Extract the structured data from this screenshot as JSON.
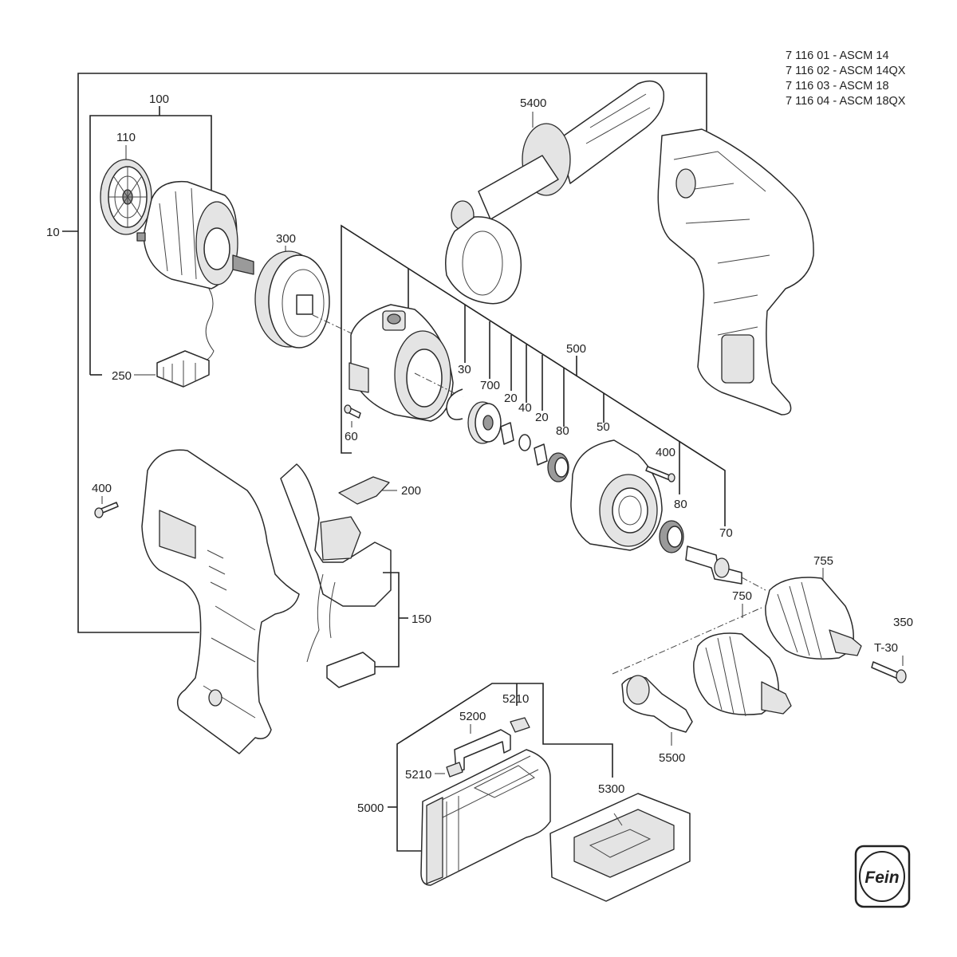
{
  "models": [
    "7 116 01 - ASCM 14",
    "7 116 02 - ASCM 14QX",
    "7 116 03 - ASCM 18",
    "7 116 04 - ASCM 18QX"
  ],
  "labels": {
    "p10": "10",
    "p100": "100",
    "p110": "110",
    "p250": "250",
    "p300": "300",
    "p5400": "5400",
    "p500": "500",
    "p30": "30",
    "p700": "700",
    "p20a": "20",
    "p40": "40",
    "p20b": "20",
    "p80a": "80",
    "p50": "50",
    "p400a": "400",
    "p80b": "80",
    "p70": "70",
    "p60": "60",
    "p400b": "400",
    "p200": "200",
    "p150": "150",
    "p755": "755",
    "p750": "750",
    "p350": "350",
    "pT30": "T-30",
    "p5500": "5500",
    "p5000": "5000",
    "p5200": "5200",
    "p5210a": "5210",
    "p5210b": "5210",
    "p5300": "5300"
  },
  "logo": {
    "text": "Fein"
  }
}
